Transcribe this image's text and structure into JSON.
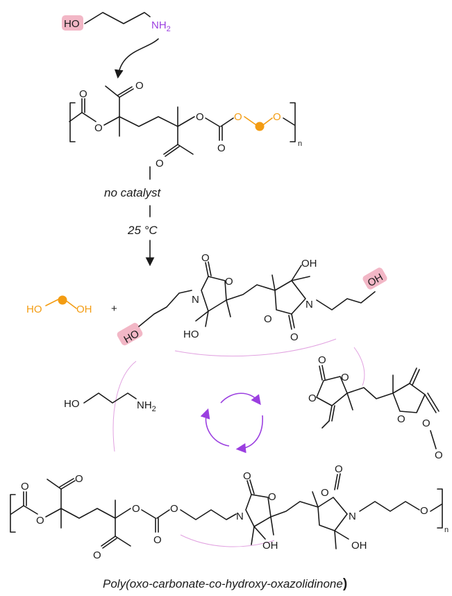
{
  "labels": {
    "ho": "HO",
    "oh": "OH",
    "o": "O",
    "n": "N",
    "nh": "NH",
    "sub2": "2",
    "n_sub": "n",
    "plus": "+"
  },
  "conditions": {
    "line1": "no catalyst",
    "line2": "25 °C"
  },
  "caption": {
    "main": "Poly(oxo-carbonate-co-hydroxy-oxazolidinone",
    "close": ")"
  },
  "colors": {
    "orange": "#f39c12",
    "purple": "#9b3fe0",
    "highlight": "#f2b7c6",
    "cycle_arrow": "#a45ee8"
  }
}
